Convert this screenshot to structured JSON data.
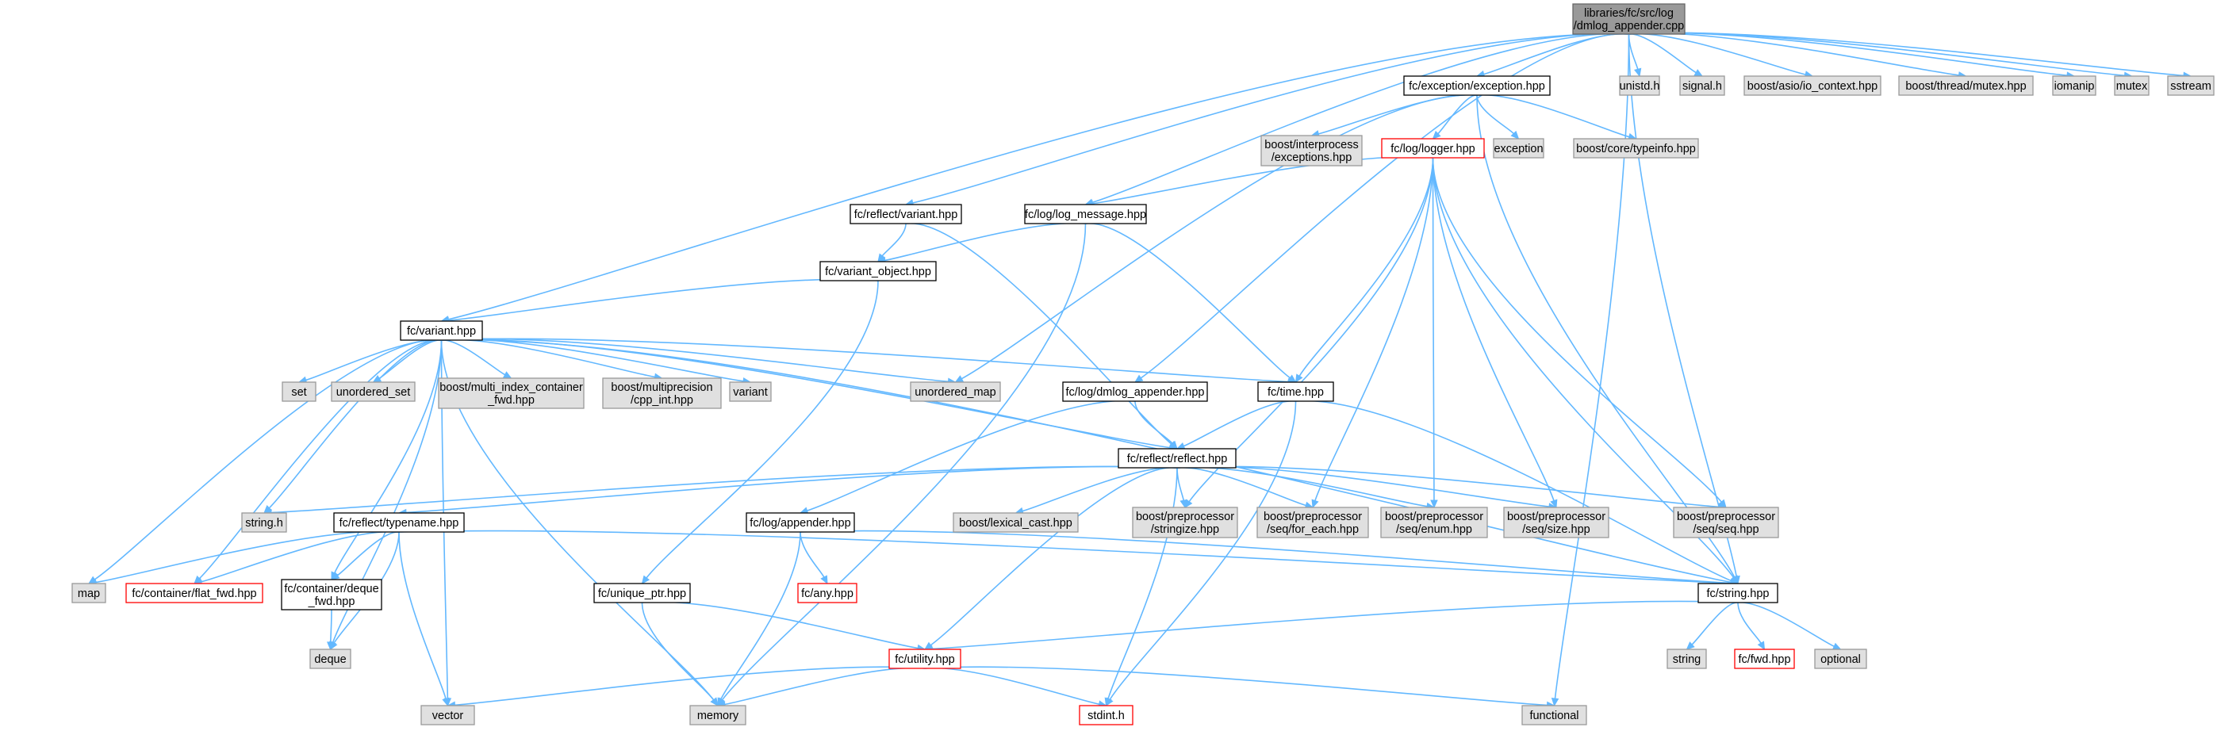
{
  "theme": {
    "edge_color": "#63b8ff",
    "node_fill_normal": "#ffffff",
    "node_fill_system": "#e0e0e0",
    "node_fill_root": "#999999",
    "border_normal": "#000000",
    "border_system": "#999999",
    "border_error": "#ff0000",
    "border_root": "#666666"
  },
  "nodes": [
    {
      "id": "dmlog_appender_cpp",
      "lines": [
        "libraries/fc/src/log",
        "/dmlog_appender.cpp"
      ],
      "style": "root"
    },
    {
      "id": "unistd_h",
      "lines": [
        "unistd.h"
      ],
      "style": "system"
    },
    {
      "id": "signal_h",
      "lines": [
        "signal.h"
      ],
      "style": "system"
    },
    {
      "id": "boost_io_context",
      "lines": [
        "boost/asio/io_context.hpp"
      ],
      "style": "system"
    },
    {
      "id": "boost_thread_mutex",
      "lines": [
        "boost/thread/mutex.hpp"
      ],
      "style": "system"
    },
    {
      "id": "iomanip",
      "lines": [
        "iomanip"
      ],
      "style": "system"
    },
    {
      "id": "mutex",
      "lines": [
        "mutex"
      ],
      "style": "system"
    },
    {
      "id": "sstream",
      "lines": [
        "sstream"
      ],
      "style": "system"
    },
    {
      "id": "exception_hpp",
      "lines": [
        "fc/exception/exception.hpp"
      ],
      "style": "normal"
    },
    {
      "id": "boost_interprocess",
      "lines": [
        "boost/interprocess",
        "/exceptions.hpp"
      ],
      "style": "system"
    },
    {
      "id": "logger_hpp",
      "lines": [
        "fc/log/logger.hpp"
      ],
      "style": "error"
    },
    {
      "id": "exception",
      "lines": [
        "exception"
      ],
      "style": "system"
    },
    {
      "id": "boost_typeinfo",
      "lines": [
        "boost/core/typeinfo.hpp"
      ],
      "style": "system"
    },
    {
      "id": "reflect_variant_hpp",
      "lines": [
        "fc/reflect/variant.hpp"
      ],
      "style": "normal"
    },
    {
      "id": "log_message_hpp",
      "lines": [
        "fc/log/log_message.hpp"
      ],
      "style": "normal"
    },
    {
      "id": "variant_object_hpp",
      "lines": [
        "fc/variant_object.hpp"
      ],
      "style": "normal"
    },
    {
      "id": "variant_hpp",
      "lines": [
        "fc/variant.hpp"
      ],
      "style": "normal"
    },
    {
      "id": "set",
      "lines": [
        "set"
      ],
      "style": "system"
    },
    {
      "id": "unordered_set",
      "lines": [
        "unordered_set"
      ],
      "style": "system"
    },
    {
      "id": "boost_multi_index",
      "lines": [
        "boost/multi_index_container",
        "_fwd.hpp"
      ],
      "style": "system"
    },
    {
      "id": "boost_multiprecision",
      "lines": [
        "boost/multiprecision",
        "/cpp_int.hpp"
      ],
      "style": "system"
    },
    {
      "id": "variant",
      "lines": [
        "variant"
      ],
      "style": "system"
    },
    {
      "id": "unordered_map",
      "lines": [
        "unordered_map"
      ],
      "style": "system"
    },
    {
      "id": "dmlog_appender_hpp",
      "lines": [
        "fc/log/dmlog_appender.hpp"
      ],
      "style": "normal"
    },
    {
      "id": "time_hpp",
      "lines": [
        "fc/time.hpp"
      ],
      "style": "normal"
    },
    {
      "id": "reflect_hpp",
      "lines": [
        "fc/reflect/reflect.hpp"
      ],
      "style": "normal"
    },
    {
      "id": "string_h",
      "lines": [
        "string.h"
      ],
      "style": "system"
    },
    {
      "id": "typename_hpp",
      "lines": [
        "fc/reflect/typename.hpp"
      ],
      "style": "normal"
    },
    {
      "id": "boost_lexical_cast",
      "lines": [
        "boost/lexical_cast.hpp"
      ],
      "style": "system"
    },
    {
      "id": "boost_pp_stringize",
      "lines": [
        "boost/preprocessor",
        "/stringize.hpp"
      ],
      "style": "system"
    },
    {
      "id": "boost_pp_for_each",
      "lines": [
        "boost/preprocessor",
        "/seq/for_each.hpp"
      ],
      "style": "system"
    },
    {
      "id": "boost_pp_enum",
      "lines": [
        "boost/preprocessor",
        "/seq/enum.hpp"
      ],
      "style": "system"
    },
    {
      "id": "boost_pp_size",
      "lines": [
        "boost/preprocessor",
        "/seq/size.hpp"
      ],
      "style": "system"
    },
    {
      "id": "boost_pp_seq",
      "lines": [
        "boost/preprocessor",
        "/seq/seq.hpp"
      ],
      "style": "system"
    },
    {
      "id": "map",
      "lines": [
        "map"
      ],
      "style": "system"
    },
    {
      "id": "flat_fwd_hpp",
      "lines": [
        "fc/container/flat_fwd.hpp"
      ],
      "style": "error"
    },
    {
      "id": "deque_fwd_hpp",
      "lines": [
        "fc/container/deque",
        "_fwd.hpp"
      ],
      "style": "normal"
    },
    {
      "id": "appender_hpp",
      "lines": [
        "fc/log/appender.hpp"
      ],
      "style": "normal"
    },
    {
      "id": "any_hpp",
      "lines": [
        "fc/any.hpp"
      ],
      "style": "error"
    },
    {
      "id": "string_hpp",
      "lines": [
        "fc/string.hpp"
      ],
      "style": "normal"
    },
    {
      "id": "unique_ptr_hpp",
      "lines": [
        "fc/unique_ptr.hpp"
      ],
      "style": "normal"
    },
    {
      "id": "deque",
      "lines": [
        "deque"
      ],
      "style": "system"
    },
    {
      "id": "utility_hpp",
      "lines": [
        "fc/utility.hpp"
      ],
      "style": "error"
    },
    {
      "id": "string",
      "lines": [
        "string"
      ],
      "style": "system"
    },
    {
      "id": "fwd_hpp",
      "lines": [
        "fc/fwd.hpp"
      ],
      "style": "error"
    },
    {
      "id": "optional",
      "lines": [
        "optional"
      ],
      "style": "system"
    },
    {
      "id": "vector",
      "lines": [
        "vector"
      ],
      "style": "system"
    },
    {
      "id": "memory",
      "lines": [
        "memory"
      ],
      "style": "system"
    },
    {
      "id": "stdint_h",
      "lines": [
        "stdint.h"
      ],
      "style": "error"
    },
    {
      "id": "functional",
      "lines": [
        "functional"
      ],
      "style": "system"
    }
  ],
  "edges": [
    [
      "dmlog_appender_cpp",
      "unistd_h"
    ],
    [
      "dmlog_appender_cpp",
      "signal_h"
    ],
    [
      "dmlog_appender_cpp",
      "boost_io_context"
    ],
    [
      "dmlog_appender_cpp",
      "boost_thread_mutex"
    ],
    [
      "dmlog_appender_cpp",
      "iomanip"
    ],
    [
      "dmlog_appender_cpp",
      "mutex"
    ],
    [
      "dmlog_appender_cpp",
      "sstream"
    ],
    [
      "dmlog_appender_cpp",
      "exception_hpp"
    ],
    [
      "dmlog_appender_cpp",
      "reflect_variant_hpp"
    ],
    [
      "dmlog_appender_cpp",
      "log_message_hpp"
    ],
    [
      "dmlog_appender_cpp",
      "variant_hpp"
    ],
    [
      "dmlog_appender_cpp",
      "dmlog_appender_hpp"
    ],
    [
      "dmlog_appender_cpp",
      "string_hpp"
    ],
    [
      "dmlog_appender_cpp",
      "functional"
    ],
    [
      "exception_hpp",
      "boost_interprocess"
    ],
    [
      "exception_hpp",
      "logger_hpp"
    ],
    [
      "exception_hpp",
      "exception"
    ],
    [
      "exception_hpp",
      "boost_typeinfo"
    ],
    [
      "exception_hpp",
      "unordered_map"
    ],
    [
      "exception_hpp",
      "string_hpp"
    ],
    [
      "logger_hpp",
      "log_message_hpp"
    ],
    [
      "logger_hpp",
      "time_hpp"
    ],
    [
      "logger_hpp",
      "boost_pp_stringize"
    ],
    [
      "logger_hpp",
      "boost_pp_for_each"
    ],
    [
      "logger_hpp",
      "boost_pp_enum"
    ],
    [
      "logger_hpp",
      "boost_pp_size"
    ],
    [
      "logger_hpp",
      "boost_pp_seq"
    ],
    [
      "logger_hpp",
      "string_hpp"
    ],
    [
      "reflect_variant_hpp",
      "variant_object_hpp"
    ],
    [
      "reflect_variant_hpp",
      "reflect_hpp"
    ],
    [
      "log_message_hpp",
      "variant_object_hpp"
    ],
    [
      "log_message_hpp",
      "time_hpp"
    ],
    [
      "log_message_hpp",
      "memory"
    ],
    [
      "variant_object_hpp",
      "variant_hpp"
    ],
    [
      "variant_object_hpp",
      "unique_ptr_hpp"
    ],
    [
      "variant_hpp",
      "set"
    ],
    [
      "variant_hpp",
      "unordered_set"
    ],
    [
      "variant_hpp",
      "boost_multi_index"
    ],
    [
      "variant_hpp",
      "boost_multiprecision"
    ],
    [
      "variant_hpp",
      "variant"
    ],
    [
      "variant_hpp",
      "unordered_map"
    ],
    [
      "variant_hpp",
      "time_hpp"
    ],
    [
      "variant_hpp",
      "reflect_hpp"
    ],
    [
      "variant_hpp",
      "string_h"
    ],
    [
      "variant_hpp",
      "map"
    ],
    [
      "variant_hpp",
      "flat_fwd_hpp"
    ],
    [
      "variant_hpp",
      "deque_fwd_hpp"
    ],
    [
      "variant_hpp",
      "deque"
    ],
    [
      "variant_hpp",
      "vector"
    ],
    [
      "variant_hpp",
      "memory"
    ],
    [
      "variant_hpp",
      "string_hpp"
    ],
    [
      "dmlog_appender_hpp",
      "reflect_hpp"
    ],
    [
      "dmlog_appender_hpp",
      "appender_hpp"
    ],
    [
      "time_hpp",
      "reflect_hpp"
    ],
    [
      "time_hpp",
      "string_hpp"
    ],
    [
      "time_hpp",
      "stdint_h"
    ],
    [
      "reflect_hpp",
      "string_h"
    ],
    [
      "reflect_hpp",
      "typename_hpp"
    ],
    [
      "reflect_hpp",
      "boost_lexical_cast"
    ],
    [
      "reflect_hpp",
      "boost_pp_stringize"
    ],
    [
      "reflect_hpp",
      "boost_pp_for_each"
    ],
    [
      "reflect_hpp",
      "boost_pp_enum"
    ],
    [
      "reflect_hpp",
      "boost_pp_size"
    ],
    [
      "reflect_hpp",
      "boost_pp_seq"
    ],
    [
      "reflect_hpp",
      "utility_hpp"
    ],
    [
      "reflect_hpp",
      "stdint_h"
    ],
    [
      "typename_hpp",
      "map"
    ],
    [
      "typename_hpp",
      "flat_fwd_hpp"
    ],
    [
      "typename_hpp",
      "deque_fwd_hpp"
    ],
    [
      "typename_hpp",
      "deque"
    ],
    [
      "typename_hpp",
      "vector"
    ],
    [
      "typename_hpp",
      "string_hpp"
    ],
    [
      "deque_fwd_hpp",
      "deque"
    ],
    [
      "appender_hpp",
      "any_hpp"
    ],
    [
      "appender_hpp",
      "memory"
    ],
    [
      "appender_hpp",
      "string_hpp"
    ],
    [
      "unique_ptr_hpp",
      "utility_hpp"
    ],
    [
      "unique_ptr_hpp",
      "memory"
    ],
    [
      "string_hpp",
      "utility_hpp"
    ],
    [
      "string_hpp",
      "string"
    ],
    [
      "string_hpp",
      "fwd_hpp"
    ],
    [
      "string_hpp",
      "optional"
    ],
    [
      "utility_hpp",
      "vector"
    ],
    [
      "utility_hpp",
      "memory"
    ],
    [
      "utility_hpp",
      "stdint_h"
    ],
    [
      "utility_hpp",
      "functional"
    ]
  ]
}
